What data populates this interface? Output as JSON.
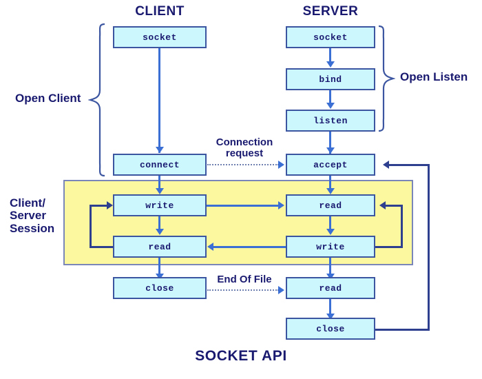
{
  "diagram": {
    "title": "SOCKET API",
    "columns": [
      {
        "id": "client",
        "heading": "CLIENT"
      },
      {
        "id": "server",
        "heading": "SERVER"
      }
    ],
    "groups": [
      {
        "id": "open-client",
        "label": "Open Client",
        "side": "left"
      },
      {
        "id": "open-listen",
        "label": "Open Listen",
        "side": "right"
      },
      {
        "id": "session",
        "label_line1": "Client/",
        "label_line2": "Server",
        "label_line3": "Session",
        "side": "left"
      }
    ],
    "client_calls": [
      {
        "id": "client-socket",
        "label": "socket"
      },
      {
        "id": "client-connect",
        "label": "connect"
      },
      {
        "id": "client-write",
        "label": "write"
      },
      {
        "id": "client-read",
        "label": "read"
      },
      {
        "id": "client-close",
        "label": "close"
      }
    ],
    "server_calls": [
      {
        "id": "server-socket",
        "label": "socket"
      },
      {
        "id": "server-bind",
        "label": "bind"
      },
      {
        "id": "server-listen",
        "label": "listen"
      },
      {
        "id": "server-accept",
        "label": "accept"
      },
      {
        "id": "server-read-session",
        "label": "read"
      },
      {
        "id": "server-write-session",
        "label": "write"
      },
      {
        "id": "server-read-eof",
        "label": "read"
      },
      {
        "id": "server-close",
        "label": "close"
      }
    ],
    "flows": [
      {
        "id": "connection-request",
        "line1": "Connection",
        "line2": "request",
        "style": "dotted"
      },
      {
        "id": "end-of-file",
        "line1": "End Of File",
        "style": "dotted"
      }
    ],
    "colors": {
      "box_fill": "#ccf7fc",
      "box_border": "#3b55a0",
      "session_fill": "#fbf8a0",
      "session_border": "#7a86b8",
      "text": "#191970",
      "arrow": "#3b6fd4",
      "arrow_dark": "#2e3f8f",
      "dotted": "#6f7fb0",
      "background": "#ffffff"
    }
  }
}
